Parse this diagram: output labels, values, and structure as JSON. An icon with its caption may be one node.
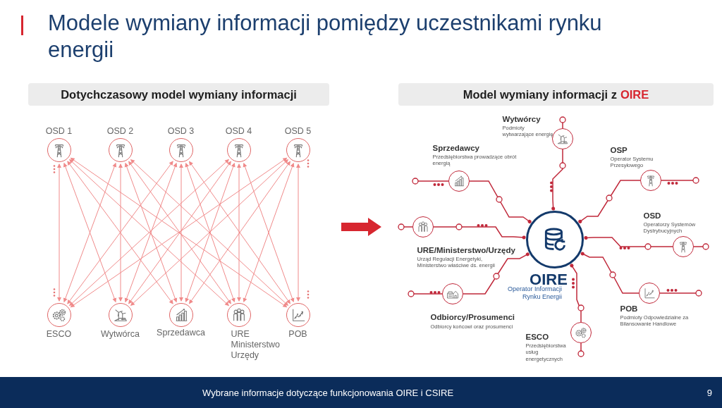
{
  "diagram": {
    "title": "Modele wymiany informacji pomiędzy uczestnikami rynku energii",
    "nodes": [
      {
        "text": [
          "OSD 1"
        ]
      },
      {
        "text": [
          "OSD 2"
        ]
      },
      {
        "text": [
          "OSD 3"
        ]
      },
      {
        "text": [
          "OSD 4"
        ]
      },
      {
        "text": [
          "OSD 5"
        ]
      },
      {
        "text": [
          "ESCO"
        ]
      },
      {
        "text": [
          "Wytwórca"
        ]
      },
      {
        "text": [
          "Sprzedawca"
        ]
      },
      {
        "text": [
          "URE Ministerstwo Urzędy"
        ]
      },
      {
        "text": [
          "POB"
        ]
      },
      {
        "text": [
          "Wytwórcy",
          "Podmioty wytwarzające energię"
        ]
      },
      {
        "text": [
          "Sprzedawcy",
          "Przedsiębiorstwa prowadzące obrót energią"
        ]
      },
      {
        "text": [
          "OSP",
          "Operator Systemu Przesyłowego"
        ]
      },
      {
        "text": [
          "OSD",
          "Operatorzy Systemów Dystrybucyjnych"
        ]
      },
      {
        "text": [
          "URE/Ministerstwo/Urzędy",
          "Urząd Regulacji Energetyki, Ministerstwo właściwe ds. energii"
        ]
      },
      {
        "text": [
          "OIRE",
          "Operator Informacji Rynku Energii"
        ]
      },
      {
        "text": [
          "POB",
          "Podmioty Odpowiedzialne za Bilansowanie Handlowe"
        ]
      },
      {
        "text": [
          "Odbiorcy/Prosumenci",
          "Odbiorcy końcowi oraz prosumenci"
        ]
      },
      {
        "text": [
          "ESCO",
          "Przedsiębiorstwa usług energetycznych"
        ]
      }
    ],
    "edges": [
      {
        "from": 0,
        "to": 5,
        "arrow": "both"
      },
      {
        "from": 0,
        "to": 6,
        "arrow": "both"
      },
      {
        "from": 0,
        "to": 7,
        "arrow": "both"
      },
      {
        "from": 0,
        "to": 8,
        "arrow": "both"
      },
      {
        "from": 0,
        "to": 9,
        "arrow": "both"
      },
      {
        "from": 1,
        "to": 5,
        "arrow": "both"
      },
      {
        "from": 1,
        "to": 6,
        "arrow": "both"
      },
      {
        "from": 1,
        "to": 7,
        "arrow": "both"
      },
      {
        "from": 1,
        "to": 8,
        "arrow": "both"
      },
      {
        "from": 1,
        "to": 9,
        "arrow": "both"
      },
      {
        "from": 2,
        "to": 5,
        "arrow": "both"
      },
      {
        "from": 2,
        "to": 6,
        "arrow": "both"
      },
      {
        "from": 2,
        "to": 7,
        "arrow": "both"
      },
      {
        "from": 2,
        "to": 8,
        "arrow": "both"
      },
      {
        "from": 2,
        "to": 9,
        "arrow": "both"
      },
      {
        "from": 3,
        "to": 5,
        "arrow": "both"
      },
      {
        "from": 3,
        "to": 6,
        "arrow": "both"
      },
      {
        "from": 3,
        "to": 7,
        "arrow": "both"
      },
      {
        "from": 3,
        "to": 8,
        "arrow": "both"
      },
      {
        "from": 3,
        "to": 9,
        "arrow": "both"
      },
      {
        "from": 4,
        "to": 5,
        "arrow": "both"
      },
      {
        "from": 4,
        "to": 6,
        "arrow": "both"
      },
      {
        "from": 4,
        "to": 7,
        "arrow": "both"
      },
      {
        "from": 4,
        "to": 8,
        "arrow": "both"
      },
      {
        "from": 4,
        "to": 9,
        "arrow": "both"
      },
      {
        "from": 10,
        "to": 15,
        "arrow": "other",
        "color": "#c0283a"
      },
      {
        "from": 11,
        "to": 15,
        "arrow": "other",
        "color": "#c0283a"
      },
      {
        "from": 12,
        "to": 15,
        "arrow": "other",
        "color": "#c0283a"
      },
      {
        "from": 13,
        "to": 15,
        "arrow": "other",
        "color": "#c0283a"
      },
      {
        "from": 14,
        "to": 15,
        "arrow": "other",
        "color": "#c0283a"
      },
      {
        "from": 16,
        "to": 15,
        "arrow": "other",
        "color": "#c0283a"
      },
      {
        "from": 17,
        "to": 15,
        "arrow": "other",
        "color": "#c0283a"
      },
      {
        "from": 18,
        "to": 15,
        "arrow": "other",
        "color": "#c0283a"
      }
    ],
    "labels": [
      "Dotychczasowy model wymiany informacji",
      "Model wymiany informacji z",
      "OIRE",
      "Wybrane informacje dotyczące funkcjonowania OIRE i CSIRE",
      "9"
    ]
  }
}
